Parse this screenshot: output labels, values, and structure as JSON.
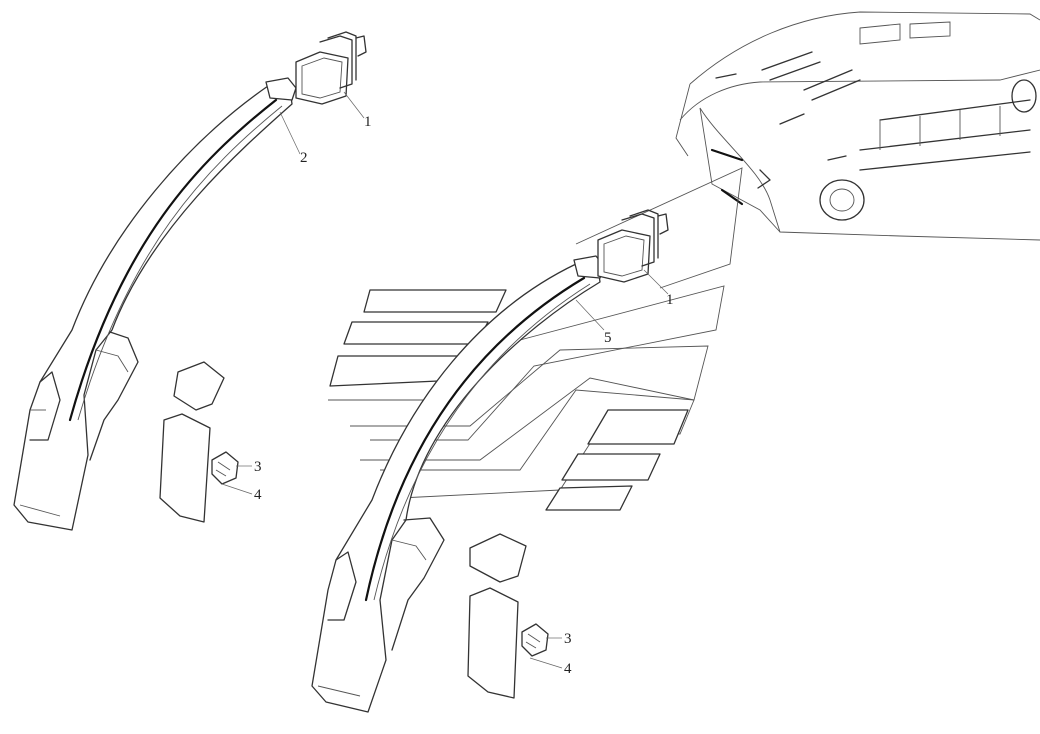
{
  "callouts": {
    "left": {
      "part1": "1",
      "part2": "2",
      "part3": "3",
      "part4": "4"
    },
    "right": {
      "part1": "1",
      "part5": "5",
      "part3": "3",
      "part4": "4"
    }
  }
}
